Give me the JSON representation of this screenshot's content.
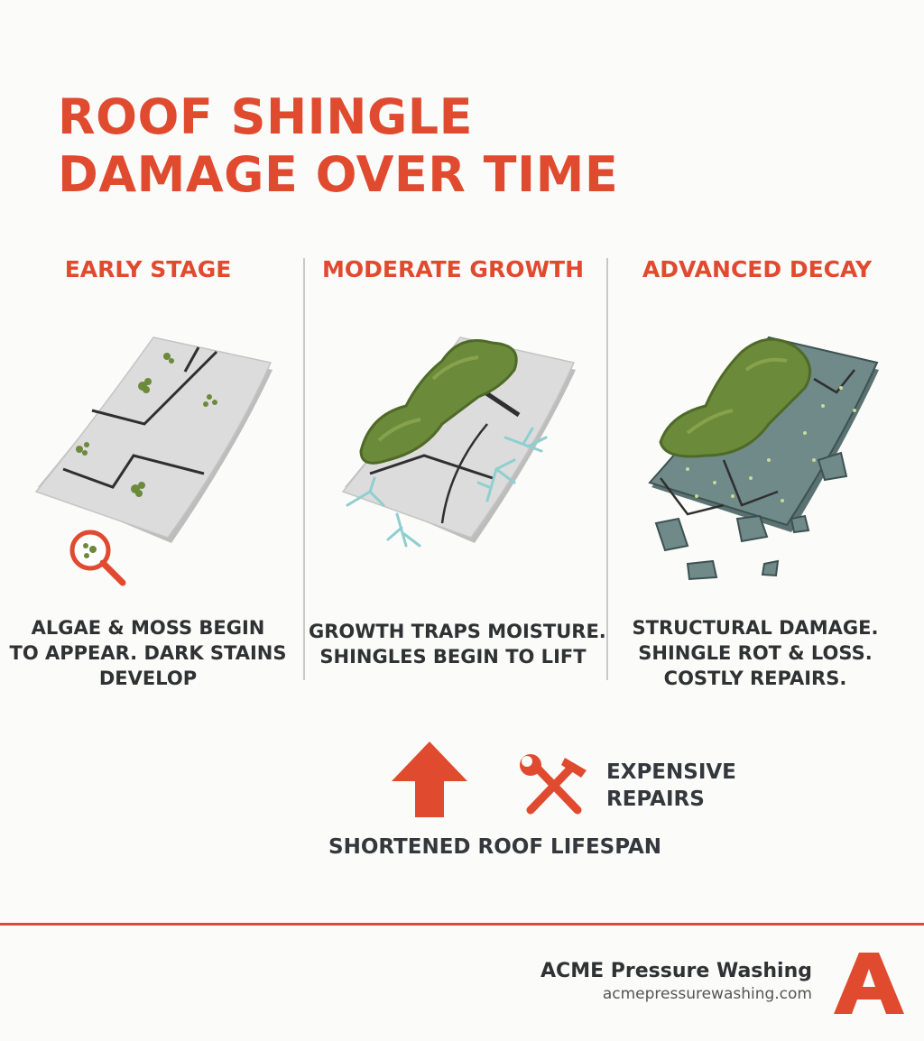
{
  "title": {
    "line1": "ROOF SHINGLE",
    "line2": "DAMAGE OVER TIME"
  },
  "stages": [
    {
      "heading": "EARLY STAGE",
      "lines": [
        "ALGAE & MOSS BEGIN",
        "TO APPEAR. DARK STAINS",
        "DEVELOP"
      ]
    },
    {
      "heading": "MODERATE GROWTH",
      "lines": [
        "GROWTH TRAPS MOISTURE.",
        "SHINGLES BEGIN TO LIFT"
      ]
    },
    {
      "heading": "ADVANCED DECAY",
      "lines": [
        "STRUCTURAL DAMAGE.",
        "SHINGLE ROT & LOSS.",
        "COSTLY REPAIRS."
      ]
    }
  ],
  "outcomes": {
    "lifespan": "SHORTENED ROOF LIFESPAN",
    "repairs_line1": "EXPENSIVE",
    "repairs_line2": "REPAIRS"
  },
  "icons": [
    "magnifier-icon",
    "up-arrow-icon",
    "tools-icon",
    "acme-logo-icon"
  ],
  "brand": {
    "name": "ACME Pressure Washing",
    "url": "acmepressurewashing.com",
    "logo_letter": "A"
  },
  "colors": {
    "accent": "#e04a2f",
    "moss": "#6b8a3a",
    "shingle": "#d9d9d9",
    "decay": "#6f8a88"
  }
}
